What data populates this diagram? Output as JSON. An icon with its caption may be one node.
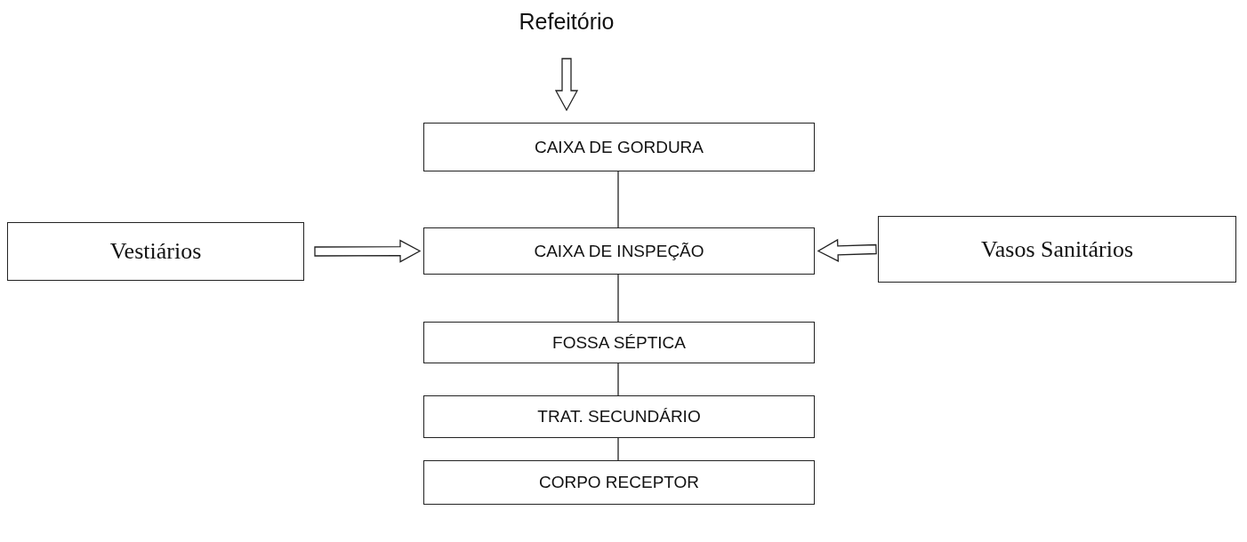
{
  "diagram": {
    "nodes": [
      {
        "text": [
          "Refeitório"
        ]
      },
      {
        "text": [
          "CAIXA DE GORDURA"
        ]
      },
      {
        "text": [
          "Vestiários"
        ]
      },
      {
        "text": [
          "CAIXA DE INSPEÇÃO"
        ]
      },
      {
        "text": [
          "Vasos Sanitários"
        ]
      },
      {
        "text": [
          "FOSSA SÉPTICA"
        ]
      },
      {
        "text": [
          "TRAT. SECUNDÁRIO"
        ]
      },
      {
        "text": [
          "CORPO RECEPTOR"
        ]
      }
    ],
    "edges": [
      {
        "from": 0,
        "to": 1,
        "arrow": "to"
      },
      {
        "from": 1,
        "to": 3,
        "arrow": "none"
      },
      {
        "from": 2,
        "to": 3,
        "arrow": "to"
      },
      {
        "from": 4,
        "to": 3,
        "arrow": "to"
      },
      {
        "from": 3,
        "to": 5,
        "arrow": "none"
      },
      {
        "from": 5,
        "to": 6,
        "arrow": "none"
      },
      {
        "from": 6,
        "to": 7,
        "arrow": "none"
      }
    ]
  }
}
